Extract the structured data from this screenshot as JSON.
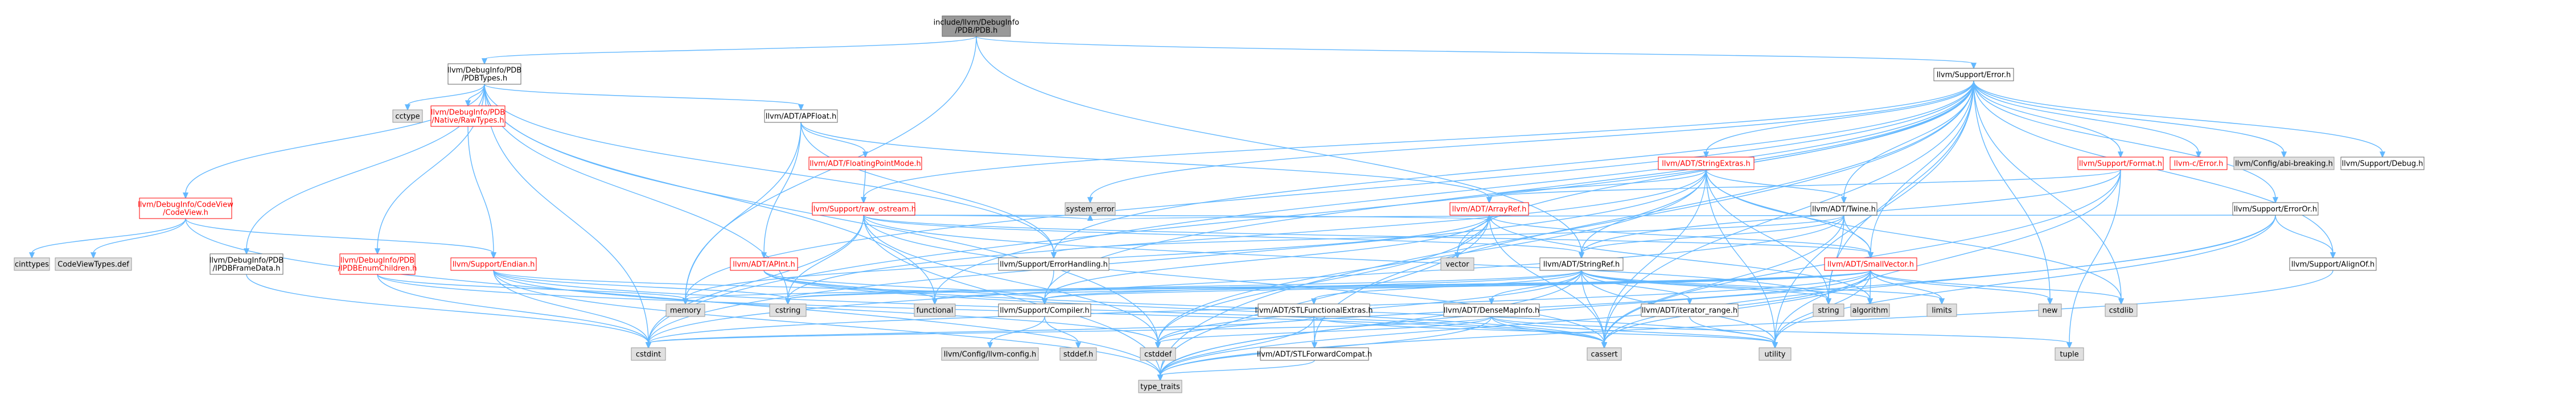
{
  "colors": {
    "edge": "#63b8ff",
    "link_text": "#000000",
    "red_text": "#ff0000",
    "node_border": "#666666",
    "white_fill": "#ffffff",
    "grey_fill": "#e0e0e0",
    "root_fill": "#999999",
    "red_border": "#ff0000"
  },
  "nodes": [
    {
      "id": "root",
      "lines": [
        "include/llvm/DebugInfo",
        "/PDB/PDB.h"
      ],
      "style": "root"
    },
    {
      "id": "pdbtypes",
      "lines": [
        "llvm/DebugInfo/PDB",
        "/PDBTypes.h"
      ],
      "style": "white"
    },
    {
      "id": "error",
      "lines": [
        "llvm/Support/Error.h"
      ],
      "style": "white"
    },
    {
      "id": "cctype",
      "lines": [
        "cctype"
      ],
      "style": "grey"
    },
    {
      "id": "rawtypes",
      "lines": [
        "llvm/DebugInfo/PDB",
        "/Native/RawTypes.h"
      ],
      "style": "red"
    },
    {
      "id": "apfloat",
      "lines": [
        "llvm/ADT/APFloat.h"
      ],
      "style": "white"
    },
    {
      "id": "codeview",
      "lines": [
        "llvm/DebugInfo/CodeView",
        "/CodeView.h"
      ],
      "style": "red"
    },
    {
      "id": "pdbframedata",
      "lines": [
        "llvm/DebugInfo/PDB",
        "/IPDBFrameData.h"
      ],
      "style": "white"
    },
    {
      "id": "pdbenum",
      "lines": [
        "llvm/DebugInfo/PDB",
        "/IPDBEnumChildren.h"
      ],
      "style": "red"
    },
    {
      "id": "endian",
      "lines": [
        "llvm/Support/Endian.h"
      ],
      "style": "red"
    },
    {
      "id": "cinttypes",
      "lines": [
        "cinttypes"
      ],
      "style": "grey"
    },
    {
      "id": "cvtypesdef",
      "lines": [
        "CodeViewTypes.def"
      ],
      "style": "grey"
    },
    {
      "id": "floatingpointmode",
      "lines": [
        "llvm/ADT/FloatingPointMode.h"
      ],
      "style": "red"
    },
    {
      "id": "rawostream",
      "lines": [
        "llvm/Support/raw_ostream.h"
      ],
      "style": "red"
    },
    {
      "id": "apint",
      "lines": [
        "llvm/ADT/APInt.h"
      ],
      "style": "red"
    },
    {
      "id": "stringextras",
      "lines": [
        "llvm/ADT/StringExtras.h"
      ],
      "style": "red"
    },
    {
      "id": "arrayref",
      "lines": [
        "llvm/ADT/ArrayRef.h"
      ],
      "style": "red"
    },
    {
      "id": "twine",
      "lines": [
        "llvm/ADT/Twine.h"
      ],
      "style": "white"
    },
    {
      "id": "format",
      "lines": [
        "llvm/Support/Format.h"
      ],
      "style": "red"
    },
    {
      "id": "cerror",
      "lines": [
        "llvm-c/Error.h"
      ],
      "style": "red"
    },
    {
      "id": "abibreaking",
      "lines": [
        "llvm/Config/abi-breaking.h"
      ],
      "style": "grey"
    },
    {
      "id": "debug",
      "lines": [
        "llvm/Support/Debug.h"
      ],
      "style": "white"
    },
    {
      "id": "erroror",
      "lines": [
        "llvm/Support/ErrorOr.h"
      ],
      "style": "white"
    },
    {
      "id": "alignof",
      "lines": [
        "llvm/Support/AlignOf.h"
      ],
      "style": "white"
    },
    {
      "id": "errorhandling",
      "lines": [
        "llvm/Support/ErrorHandling.h"
      ],
      "style": "white"
    },
    {
      "id": "systemerror",
      "lines": [
        "system_error"
      ],
      "style": "grey"
    },
    {
      "id": "vector",
      "lines": [
        "vector"
      ],
      "style": "grey"
    },
    {
      "id": "stringref",
      "lines": [
        "llvm/ADT/StringRef.h"
      ],
      "style": "white"
    },
    {
      "id": "smallvector",
      "lines": [
        "llvm/ADT/SmallVector.h"
      ],
      "style": "red"
    },
    {
      "id": "compiler",
      "lines": [
        "llvm/Support/Compiler.h"
      ],
      "style": "white"
    },
    {
      "id": "memory",
      "lines": [
        "memory"
      ],
      "style": "grey"
    },
    {
      "id": "cstring",
      "lines": [
        "cstring"
      ],
      "style": "grey"
    },
    {
      "id": "functional",
      "lines": [
        "functional"
      ],
      "style": "grey"
    },
    {
      "id": "stlfunctionalextras",
      "lines": [
        "llvm/ADT/STLFunctionalExtras.h"
      ],
      "style": "white"
    },
    {
      "id": "densemapinfo",
      "lines": [
        "llvm/ADT/DenseMapInfo.h"
      ],
      "style": "white"
    },
    {
      "id": "iteratorrange",
      "lines": [
        "llvm/ADT/iterator_range.h"
      ],
      "style": "white"
    },
    {
      "id": "string",
      "lines": [
        "string"
      ],
      "style": "grey"
    },
    {
      "id": "algorithm",
      "lines": [
        "algorithm"
      ],
      "style": "grey"
    },
    {
      "id": "limits",
      "lines": [
        "limits"
      ],
      "style": "grey"
    },
    {
      "id": "new",
      "lines": [
        "new"
      ],
      "style": "grey"
    },
    {
      "id": "cstdlib",
      "lines": [
        "cstdlib"
      ],
      "style": "grey"
    },
    {
      "id": "llvmconfig",
      "lines": [
        "llvm/Config/llvm-config.h"
      ],
      "style": "grey"
    },
    {
      "id": "stddef",
      "lines": [
        "stddef.h"
      ],
      "style": "grey"
    },
    {
      "id": "cstddef",
      "lines": [
        "cstddef"
      ],
      "style": "grey"
    },
    {
      "id": "stlforwardcompat",
      "lines": [
        "llvm/ADT/STLForwardCompat.h"
      ],
      "style": "white"
    },
    {
      "id": "cassert",
      "lines": [
        "cassert"
      ],
      "style": "grey"
    },
    {
      "id": "utility",
      "lines": [
        "utility"
      ],
      "style": "grey"
    },
    {
      "id": "tuple",
      "lines": [
        "tuple"
      ],
      "style": "grey"
    },
    {
      "id": "cstdint",
      "lines": [
        "cstdint"
      ],
      "style": "grey"
    },
    {
      "id": "typetraits",
      "lines": [
        "type_traits"
      ],
      "style": "grey"
    }
  ],
  "edges": [
    [
      "root",
      "pdbtypes"
    ],
    [
      "root",
      "error"
    ],
    [
      "root",
      "memory"
    ],
    [
      "root",
      "stringref"
    ],
    [
      "pdbtypes",
      "cctype"
    ],
    [
      "pdbtypes",
      "rawtypes"
    ],
    [
      "pdbtypes",
      "apfloat"
    ],
    [
      "pdbtypes",
      "codeview"
    ],
    [
      "pdbtypes",
      "pdbframedata"
    ],
    [
      "pdbtypes",
      "pdbenum"
    ],
    [
      "pdbtypes",
      "errorhandling"
    ],
    [
      "pdbtypes",
      "cstddef"
    ],
    [
      "pdbtypes",
      "cstdint"
    ],
    [
      "pdbtypes",
      "cstring"
    ],
    [
      "pdbtypes",
      "functional"
    ],
    [
      "rawtypes",
      "endian"
    ],
    [
      "apfloat",
      "floatingpointmode"
    ],
    [
      "apfloat",
      "apint"
    ],
    [
      "apfloat",
      "arrayref"
    ],
    [
      "apfloat",
      "errorhandling"
    ],
    [
      "apfloat",
      "memory"
    ],
    [
      "codeview",
      "cinttypes"
    ],
    [
      "codeview",
      "cvtypesdef"
    ],
    [
      "codeview",
      "endian"
    ],
    [
      "codeview",
      "typetraits"
    ],
    [
      "pdbframedata",
      "cstdint"
    ],
    [
      "pdbenum",
      "cassert"
    ],
    [
      "pdbenum",
      "cstdint"
    ],
    [
      "pdbenum",
      "memory"
    ],
    [
      "endian",
      "compiler"
    ],
    [
      "endian",
      "cassert"
    ],
    [
      "endian",
      "cstddef"
    ],
    [
      "endian",
      "cstdint"
    ],
    [
      "endian",
      "cstring"
    ],
    [
      "endian",
      "typetraits"
    ],
    [
      "floatingpointmode",
      "rawostream"
    ],
    [
      "rawostream",
      "stringref"
    ],
    [
      "rawostream",
      "arrayref"
    ],
    [
      "rawostream",
      "cassert"
    ],
    [
      "rawostream",
      "cstddef"
    ],
    [
      "rawostream",
      "cstdint"
    ],
    [
      "rawostream",
      "cstring"
    ],
    [
      "rawostream",
      "string"
    ],
    [
      "rawostream",
      "systemerror"
    ],
    [
      "rawostream",
      "typetraits"
    ],
    [
      "rawostream",
      "smallvector"
    ],
    [
      "apint",
      "compiler"
    ],
    [
      "apint",
      "cassert"
    ],
    [
      "apint",
      "functional"
    ],
    [
      "apint",
      "utility"
    ],
    [
      "error",
      "abibreaking"
    ],
    [
      "error",
      "cerror"
    ],
    [
      "error",
      "stlforwardcompat"
    ],
    [
      "error",
      "smallvector"
    ],
    [
      "error",
      "stringextras"
    ],
    [
      "error",
      "twine"
    ],
    [
      "error",
      "alignof"
    ],
    [
      "error",
      "compiler"
    ],
    [
      "error",
      "debug"
    ],
    [
      "error",
      "errorhandling"
    ],
    [
      "error",
      "erroror"
    ],
    [
      "error",
      "format"
    ],
    [
      "error",
      "rawostream"
    ],
    [
      "error",
      "cassert"
    ],
    [
      "error",
      "cstdint"
    ],
    [
      "error",
      "cstdlib"
    ],
    [
      "error",
      "functional"
    ],
    [
      "error",
      "memory"
    ],
    [
      "error",
      "new"
    ],
    [
      "error",
      "optional"
    ],
    [
      "error",
      "string"
    ],
    [
      "error",
      "systemerror"
    ],
    [
      "error",
      "typetraits"
    ],
    [
      "error",
      "utility"
    ],
    [
      "error",
      "vector"
    ],
    [
      "stringextras",
      "arrayref"
    ],
    [
      "stringextras",
      "smallvector"
    ],
    [
      "stringextras",
      "stringref"
    ],
    [
      "stringextras",
      "twine"
    ],
    [
      "stringextras",
      "cassert"
    ],
    [
      "stringextras",
      "cstddef"
    ],
    [
      "stringextras",
      "cstdint"
    ],
    [
      "stringextras",
      "cstdlib"
    ],
    [
      "stringextras",
      "cstring"
    ],
    [
      "stringextras",
      "iterator"
    ],
    [
      "stringextras",
      "string"
    ],
    [
      "stringextras",
      "utility"
    ],
    [
      "arrayref",
      "hashing"
    ],
    [
      "arrayref",
      "smallvector"
    ],
    [
      "arrayref",
      "stlextras"
    ],
    [
      "arrayref",
      "compiler"
    ],
    [
      "arrayref",
      "algorithm"
    ],
    [
      "arrayref",
      "array"
    ],
    [
      "arrayref",
      "cassert"
    ],
    [
      "arrayref",
      "cstddef"
    ],
    [
      "arrayref",
      "initializerlist"
    ],
    [
      "arrayref",
      "iterator"
    ],
    [
      "arrayref",
      "memory"
    ],
    [
      "arrayref",
      "typetraits"
    ],
    [
      "arrayref",
      "vector"
    ],
    [
      "twine",
      "smallvector"
    ],
    [
      "twine",
      "stringref"
    ],
    [
      "twine",
      "errorhandling"
    ],
    [
      "twine",
      "cassert"
    ],
    [
      "twine",
      "cstdint"
    ],
    [
      "twine",
      "string"
    ],
    [
      "twine",
      "stringview"
    ],
    [
      "format",
      "arrayref"
    ],
    [
      "format",
      "stringref"
    ],
    [
      "format",
      "cassert"
    ],
    [
      "format",
      "cstdio"
    ],
    [
      "format",
      "optional"
    ],
    [
      "format",
      "tuple"
    ],
    [
      "format",
      "utility"
    ],
    [
      "erroror",
      "alignof"
    ],
    [
      "erroror",
      "cassert"
    ],
    [
      "erroror",
      "systemerror"
    ],
    [
      "erroror",
      "typetraits"
    ],
    [
      "erroror",
      "utility"
    ],
    [
      "alignof",
      "typetraits"
    ],
    [
      "errorhandling",
      "compiler"
    ],
    [
      "stringref",
      "densemapinfo"
    ],
    [
      "stringref",
      "stlfunctionalextras"
    ],
    [
      "stringref",
      "iteratorrange"
    ],
    [
      "stringref",
      "compiler"
    ],
    [
      "stringref",
      "algorithm"
    ],
    [
      "stringref",
      "cassert"
    ],
    [
      "stringref",
      "cstddef"
    ],
    [
      "stringref",
      "cstring"
    ],
    [
      "stringref",
      "limits"
    ],
    [
      "stringref",
      "string"
    ],
    [
      "stringref",
      "typetraits"
    ],
    [
      "stringref",
      "utility"
    ],
    [
      "smallvector",
      "compiler"
    ],
    [
      "smallvector",
      "algorithm"
    ],
    [
      "smallvector",
      "cassert"
    ],
    [
      "smallvector",
      "cstddef"
    ],
    [
      "smallvector",
      "cstdint"
    ],
    [
      "smallvector",
      "cstdlib"
    ],
    [
      "smallvector",
      "cstring"
    ],
    [
      "smallvector",
      "functional"
    ],
    [
      "smallvector",
      "limits"
    ],
    [
      "smallvector",
      "memory"
    ],
    [
      "smallvector",
      "new"
    ],
    [
      "smallvector",
      "typetraits"
    ],
    [
      "smallvector",
      "utility"
    ],
    [
      "compiler",
      "llvmconfig"
    ],
    [
      "compiler",
      "stddef"
    ],
    [
      "stlfunctionalextras",
      "stlforwardcompat"
    ],
    [
      "stlfunctionalextras",
      "cstdint"
    ],
    [
      "stlfunctionalextras",
      "typetraits"
    ],
    [
      "stlfunctionalextras",
      "utility"
    ],
    [
      "densemapinfo",
      "cassert"
    ],
    [
      "densemapinfo",
      "cstddef"
    ],
    [
      "densemapinfo",
      "cstdint"
    ],
    [
      "densemapinfo",
      "tuple"
    ],
    [
      "densemapinfo",
      "typetraits"
    ],
    [
      "densemapinfo",
      "utility"
    ],
    [
      "iteratorrange",
      "utility"
    ],
    [
      "stlforwardcompat",
      "typetraits"
    ]
  ]
}
